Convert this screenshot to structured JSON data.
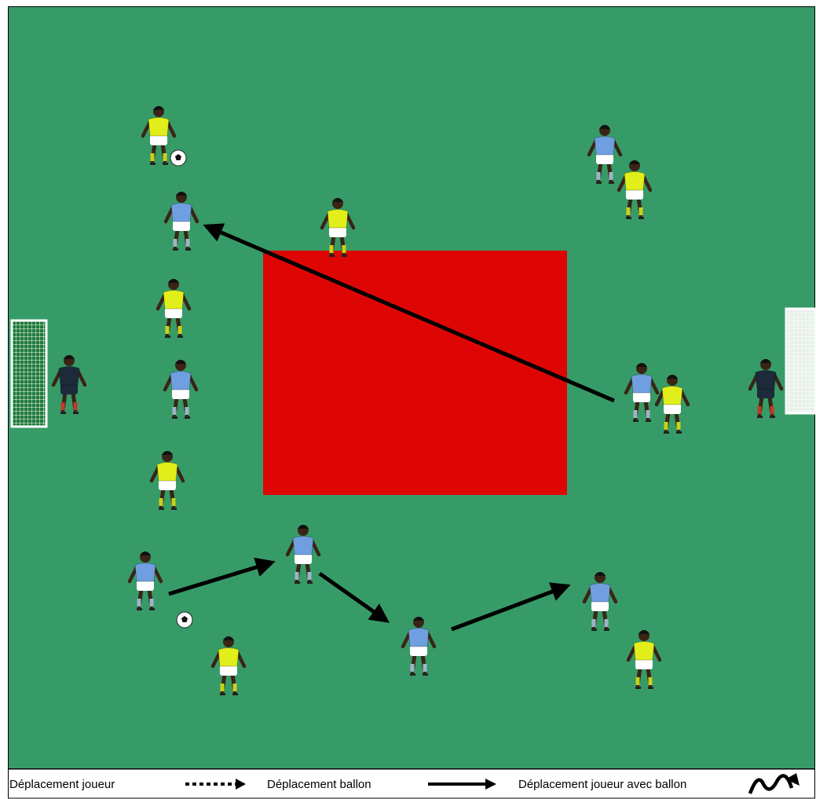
{
  "field": {
    "color": "#379b68",
    "zone_color": "#de0605",
    "home_shirt": "#6f9fe0",
    "away_shirt": "#e2ee1a",
    "goalkeeper_shirt": "#1c2a3a"
  },
  "legend": {
    "player_move": "Déplacement joueur",
    "ball_move": "Déplacement ballon",
    "player_with_ball": "Déplacement joueur avec ballon"
  }
}
